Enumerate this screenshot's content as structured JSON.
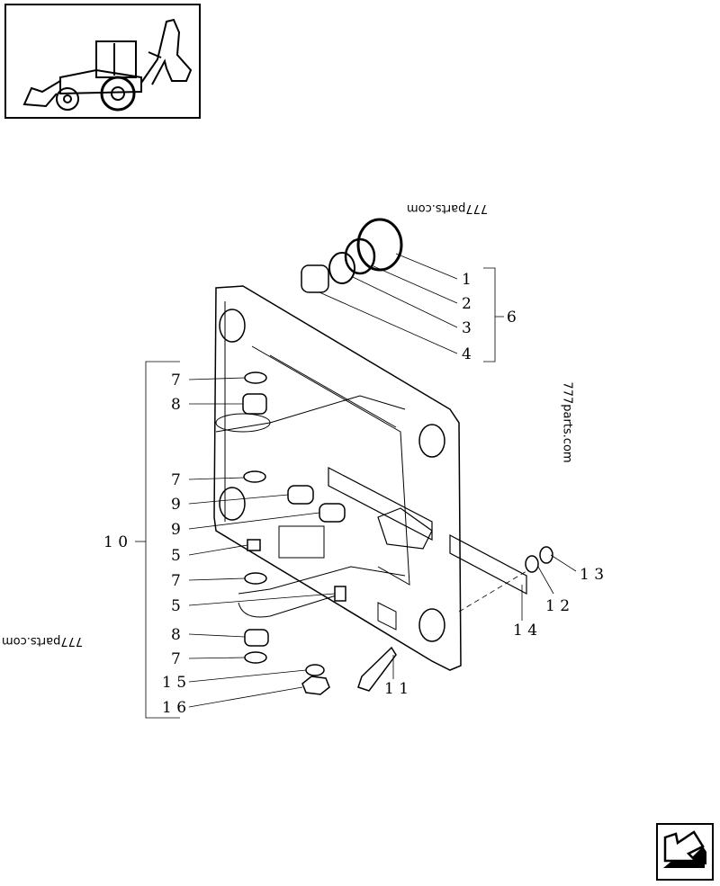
{
  "thumbnail": {
    "icon": "backhoe-loader-icon"
  },
  "nav": {
    "icon": "arrow-back-icon"
  },
  "watermarks": [
    "777parts.com",
    "777parts.com",
    "777parts.com"
  ],
  "callouts": {
    "right_group": [
      "1",
      "2",
      "3",
      "4"
    ],
    "group_label": "6",
    "left_group": [
      "7",
      "8",
      "7",
      "9",
      "9",
      "5",
      "7",
      "5",
      "8",
      "7",
      "1 5",
      "1 6"
    ],
    "left_bracket_label": "1 0",
    "bolt": "1 1",
    "washer": "1 2",
    "nut": "1 3",
    "plate": "1 4"
  }
}
